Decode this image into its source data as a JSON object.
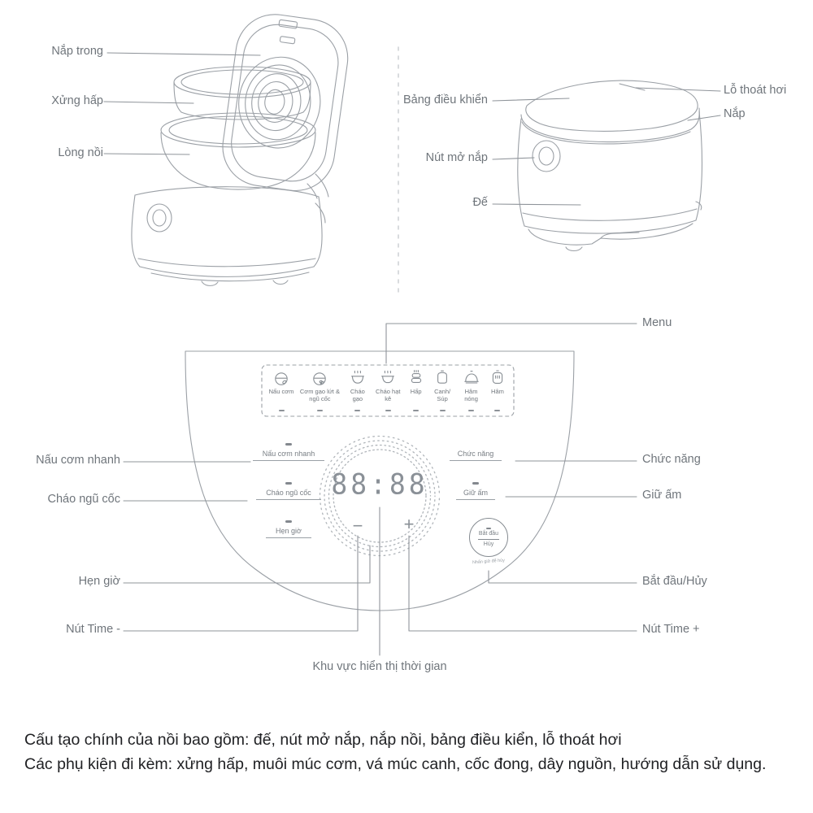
{
  "colors": {
    "line": "#9aa0a6",
    "label_text": "#6f757b",
    "panel_text": "#787e84",
    "footer_text": "#202124"
  },
  "exploded_view": {
    "nap_trong": "Nắp trong",
    "xung_hap": "Xửng hấp",
    "long_noi": "Lòng nồi"
  },
  "assembled_view": {
    "bang_dieu_khien": "Bảng điều khiển",
    "nut_mo_nap": "Nút mở nắp",
    "de": "Đế",
    "lo_thoat_hoi": "Lỗ thoát hơi",
    "nap": "Nắp"
  },
  "panel": {
    "menu_items": [
      {
        "label": "Nấu cơm",
        "icon": "rice-cook-icon"
      },
      {
        "label": "Cơm gạo lứt & ngũ cốc",
        "icon": "brown-rice-grain-icon"
      },
      {
        "label": "Cháo gạo",
        "icon": "rice-porridge-bowl-icon"
      },
      {
        "label": "Cháo hạt kê",
        "icon": "millet-porridge-bowl-icon"
      },
      {
        "label": "Hấp",
        "icon": "steamer-icon"
      },
      {
        "label": "Canh/ Súp",
        "icon": "soup-pot-icon"
      },
      {
        "label": "Hâm nóng",
        "icon": "reheat-dome-icon"
      },
      {
        "label": "Hâm",
        "icon": "stew-pot-icon"
      }
    ],
    "quick_rice": "Nấu cơm nhanh",
    "grain_porridge": "Cháo ngũ cốc",
    "timer": "Hẹn giờ",
    "function": "Chức năng",
    "keep_warm": "Giữ ấm",
    "display_value": "88:88",
    "minus": "−",
    "plus": "+",
    "start": {
      "line1": "Bắt đầu",
      "line2": "Hủy",
      "hint": "Nhấn giữ để hủy"
    }
  },
  "callouts": {
    "menu": "Menu",
    "left": [
      "Nấu cơm nhanh",
      "Cháo ngũ cốc",
      "Hẹn giờ",
      "Nút Time -"
    ],
    "right": [
      "Chức năng",
      "Giữ ấm",
      "Bắt đầu/Hủy",
      "Nút Time +"
    ],
    "display_area": "Khu vực hiển thị thời gian"
  },
  "footer": {
    "line1": "Cấu tạo chính của nồi bao gồm: đế, nút mở nắp, nắp nồi, bảng điều kiển, lỗ thoát hơi",
    "line2": "Các phụ kiện đi kèm: xửng hấp, muôi múc cơm, vá múc canh, cốc đong, dây nguồn, hướng dẫn sử dụng."
  }
}
